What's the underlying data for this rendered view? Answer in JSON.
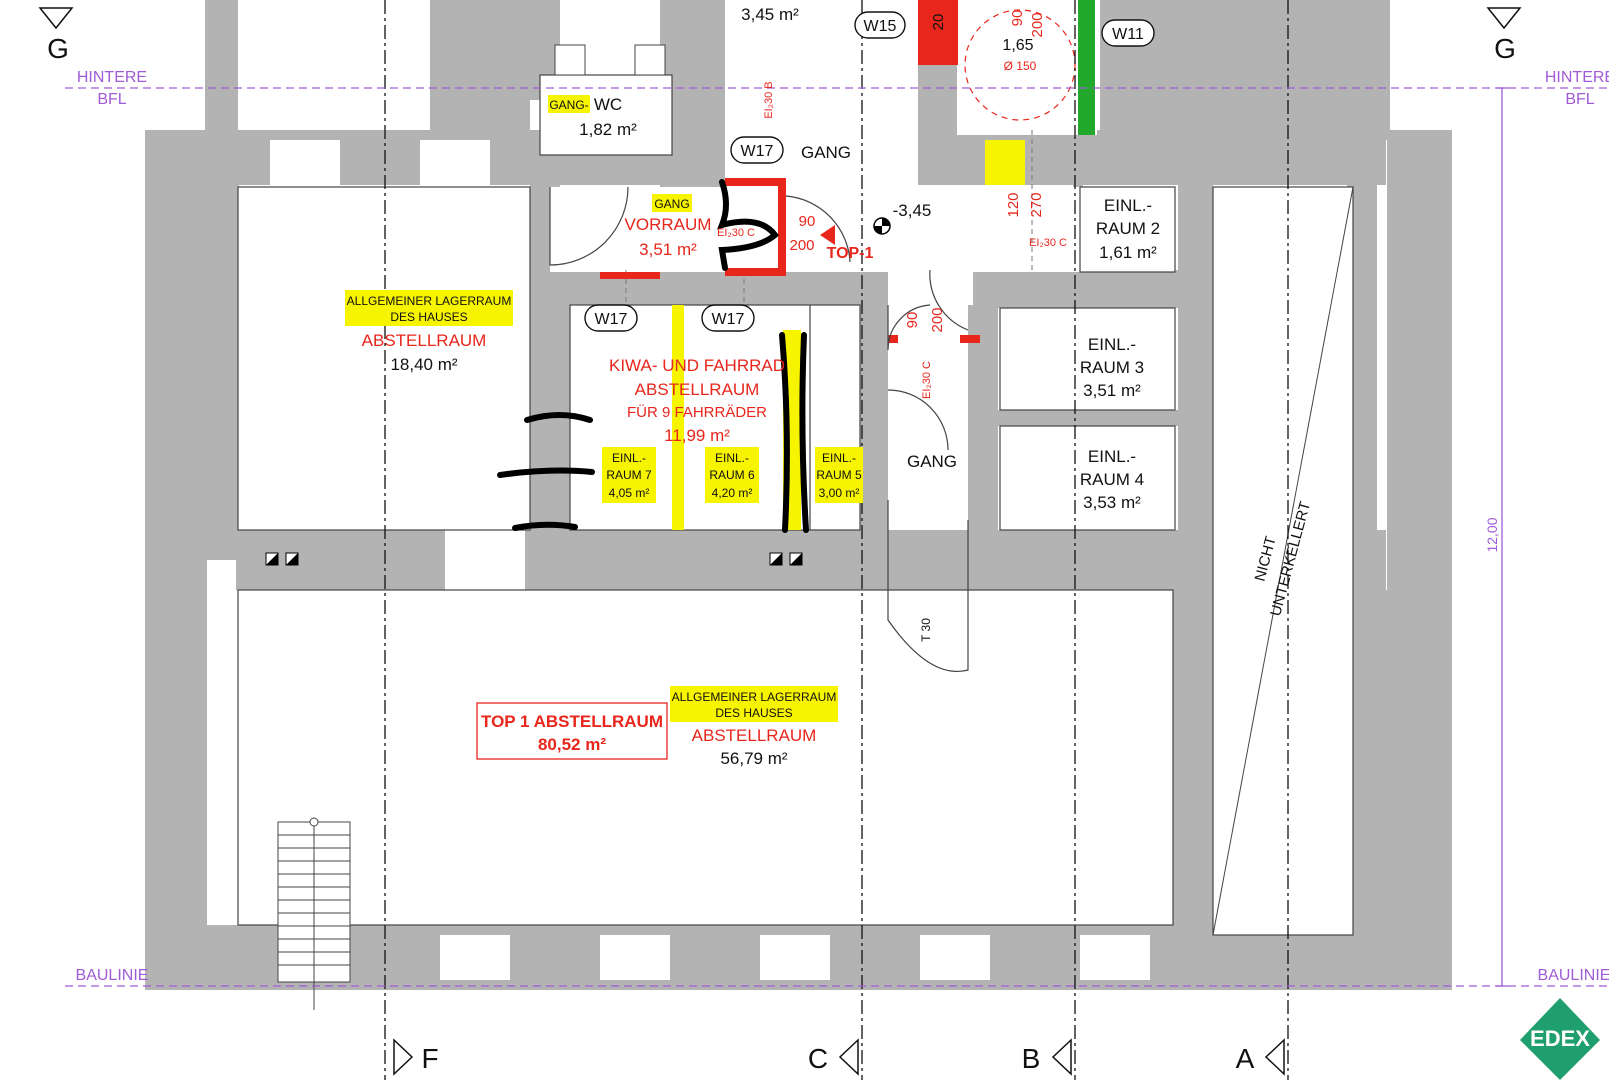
{
  "axes": {
    "g_left": "G",
    "g_right": "G",
    "f": "F",
    "c": "C",
    "b": "B",
    "a": "A"
  },
  "lines": {
    "hintere_left_1": "HINTERE",
    "hintere_left_2": "BFL",
    "hintere_right_1": "HINTERE",
    "hintere_right_2": "BFL",
    "baulinie_left": "BAULINIE",
    "baulinie_right": "BAULINIE",
    "dim_12": "12,00"
  },
  "tags": {
    "w15": "W15",
    "w11": "W11",
    "w17_top": "W17",
    "w17_a": "W17",
    "w17_b": "W17"
  },
  "rooms": {
    "top_area": "3,45 m²",
    "gang_wc_tag": "GANG-",
    "wc_name": "WC",
    "wc_area": "1,82 m²",
    "gang_top": "GANG",
    "vorraum_tag": "GANG",
    "vorraum_name": "VORRAUM",
    "vorraum_area": "3,51 m²",
    "lager1_tag1": "ALLGEMEINER LAGERRAUM",
    "lager1_tag2": "DES HAUSES",
    "lager1_name": "ABSTELLRAUM",
    "lager1_area": "18,40 m²",
    "kiwa_1": "KIWA- UND FAHRRAD",
    "kiwa_2": "ABSTELLRAUM",
    "kiwa_3": "FÜR 9 FAHRRÄDER",
    "kiwa_area": "11,99 m²",
    "einl7_1": "EINL.-",
    "einl7_2": "RAUM 7",
    "einl7_3": "4,05 m²",
    "einl6_1": "EINL.-",
    "einl6_2": "RAUM 6",
    "einl6_3": "4,20 m²",
    "einl5_1": "EINL.-",
    "einl5_2": "RAUM 5",
    "einl5_3": "3,00 m²",
    "einl2_1": "EINL.-",
    "einl2_2": "RAUM 2",
    "einl2_3": "1,61 m²",
    "einl3_1": "EINL.-",
    "einl3_2": "RAUM 3",
    "einl3_3": "3,51 m²",
    "einl4_1": "EINL.-",
    "einl4_2": "RAUM 4",
    "einl4_3": "3,53 m²",
    "gang_mid": "GANG",
    "level": "-3,45",
    "top1_label": "TOP-1",
    "nicht_1": "NICHT",
    "nicht_2": "UNTERKELLERT",
    "top1_box_1": "TOP 1   ABSTELLRAUM",
    "top1_box_2": "80,52 m²",
    "lager2_tag1": "ALLGEMEINER LAGERRAUM",
    "lager2_tag2": "DES HAUSES",
    "lager2_name": "ABSTELLRAUM",
    "lager2_area": "56,79 m²",
    "t30": "T 30"
  },
  "dims": {
    "d_1_65": "1,65",
    "d_150": "Ø 150",
    "d_90_top": "90",
    "d_200_top": "200",
    "d_20": "20",
    "d_120": "120",
    "d_270": "270",
    "d_ei30c_1": "EI₂30 C",
    "d_ei30c_2": "EI₂30 C",
    "d_ei30c_3": "EI₂30 C",
    "d_ei30b": "EI₂30 B",
    "d_90_door": "90",
    "d_200_door": "200",
    "d_90_gang": "90",
    "d_200_gang": "200"
  },
  "logo": {
    "text": "EDEX"
  },
  "colors": {
    "wall": "#b3b3b3",
    "red": "#e8261c",
    "yellow": "#f7f400",
    "green": "#22a82a",
    "purple": "#a05cd6",
    "logo": "#1f9e6e"
  }
}
